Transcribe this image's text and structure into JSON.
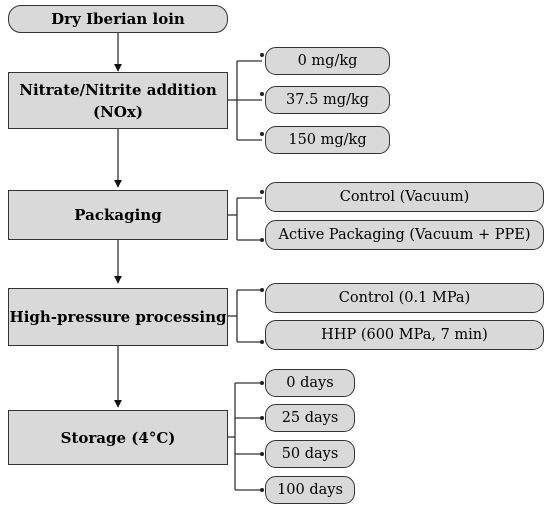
{
  "colors": {
    "box_fill": "#d9d9d9",
    "stroke": "#333333",
    "text": "#000000"
  },
  "steps": [
    {
      "id": "loin",
      "label": "Dry Iberian loin"
    },
    {
      "id": "nox",
      "label": "Nitrate/Nitrite addition (NOx)"
    },
    {
      "id": "pack",
      "label": "Packaging"
    },
    {
      "id": "hpp",
      "label": "High-pressure processing"
    },
    {
      "id": "storage",
      "label": "Storage (4°C)"
    }
  ],
  "options": {
    "nox": [
      "0 mg/kg",
      "37.5 mg/kg",
      "150 mg/kg"
    ],
    "pack": [
      "Control (Vacuum)",
      "Active Packaging (Vacuum + PPE)"
    ],
    "hpp": [
      "Control (0.1 MPa)",
      "HHP (600 MPa, 7 min)"
    ],
    "storage": [
      "0 days",
      "25 days",
      "50 days",
      "100 days"
    ]
  }
}
